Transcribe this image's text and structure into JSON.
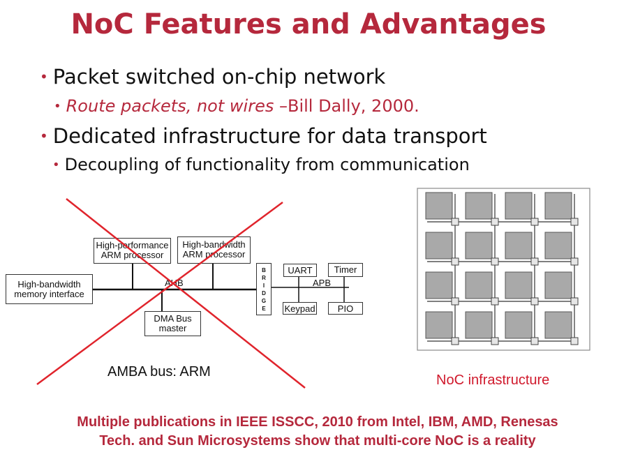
{
  "title": "NoC Features and Advantages",
  "bullets": [
    {
      "text": "Packet switched on-chip network",
      "sub": {
        "italic": "Route packets, not wires",
        "rest": " –Bill Dally, 2000."
      }
    },
    {
      "text": "Dedicated infrastructure for data transport",
      "sub": {
        "plain": "Decoupling of functionality from communication"
      }
    }
  ],
  "amba": {
    "hp_cpu": [
      "High-performance",
      "ARM processor"
    ],
    "hb_cpu": [
      "High-bandwidth",
      "ARM processor"
    ],
    "mem": [
      "High-bandwidth",
      "memory interface"
    ],
    "dma": [
      "DMA Bus",
      "master"
    ],
    "ahb": "AHB",
    "apb": "APB",
    "bridge": [
      "B",
      "R",
      "I",
      "D",
      "G",
      "E"
    ],
    "uart": "UART",
    "timer": "Timer",
    "keypad": "Keypad",
    "pio": "PIO",
    "caption": "AMBA bus: ARM"
  },
  "noc": {
    "caption": "NoC infrastructure"
  },
  "footer": {
    "line1": "Multiple publications in IEEE ISSCC, 2010 from Intel, IBM, AMD, Renesas",
    "line2": "Tech. and Sun Microsystems show that multi-core NoC is a reality"
  },
  "colors": {
    "accent": "#b5283c",
    "cross": "#e0242c",
    "tile": "#a9a9a9"
  }
}
